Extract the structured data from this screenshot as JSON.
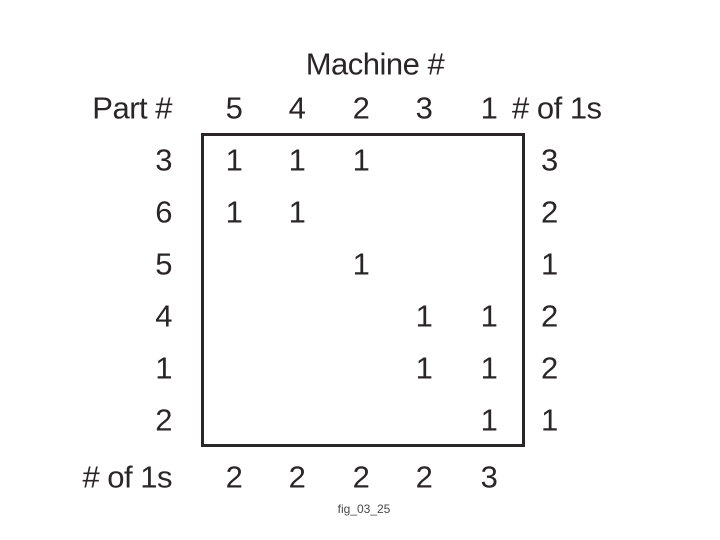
{
  "figure": {
    "title": "Machine #",
    "row_axis_label": "Part #",
    "row_sum_header": "# of 1s",
    "column_sum_label": "# of 1s",
    "caption": "fig_03_25"
  },
  "matrix": {
    "machine_numbers": [
      "5",
      "4",
      "2",
      "3",
      "1"
    ],
    "rows": [
      {
        "part": "3",
        "cells": [
          "1",
          "1",
          "1",
          "",
          ""
        ],
        "sum": "3"
      },
      {
        "part": "6",
        "cells": [
          "1",
          "1",
          "",
          "",
          ""
        ],
        "sum": "2"
      },
      {
        "part": "5",
        "cells": [
          "",
          "",
          "1",
          "",
          ""
        ],
        "sum": "1"
      },
      {
        "part": "4",
        "cells": [
          "",
          "",
          "",
          "1",
          "1"
        ],
        "sum": "2"
      },
      {
        "part": "1",
        "cells": [
          "",
          "",
          "",
          "1",
          "1"
        ],
        "sum": "2"
      },
      {
        "part": "2",
        "cells": [
          "",
          "",
          "",
          "",
          "1"
        ],
        "sum": "1"
      }
    ],
    "column_sums": [
      "2",
      "2",
      "2",
      "2",
      "3"
    ]
  },
  "colors": {
    "text": "#2a2627",
    "border": "#2a2627",
    "background": "#ffffff",
    "caption_text": "#4a4a4a"
  }
}
